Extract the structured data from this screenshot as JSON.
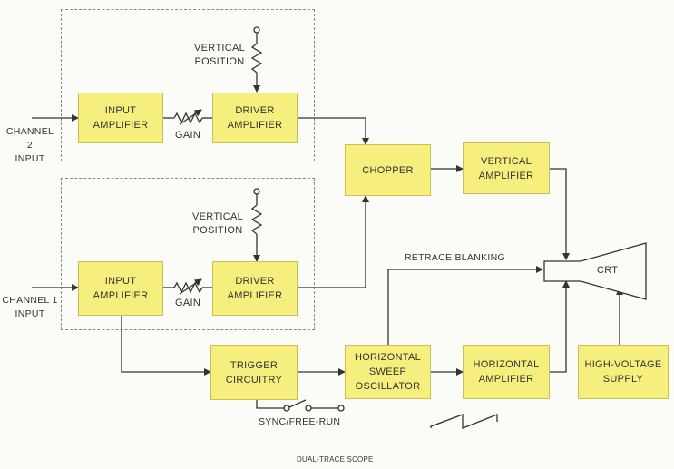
{
  "blocks": {
    "input_amp_2": "INPUT\nAMPLIFIER",
    "driver_amp_2": "DRIVER\nAMPLIFIER",
    "input_amp_1": "INPUT\nAMPLIFIER",
    "driver_amp_1": "DRIVER\nAMPLIFIER",
    "chopper": "CHOPPER",
    "vertical_amp": "VERTICAL\nAMPLIFIER",
    "trigger": "TRIGGER\nCIRCUITRY",
    "horiz_sweep": "HORIZONTAL\nSWEEP\nOSCILLATOR",
    "horiz_amp": "HORIZONTAL\nAMPLIFIER",
    "hv_supply": "HIGH-VOLTAGE\nSUPPLY",
    "crt": "CRT"
  },
  "labels": {
    "channel2_input": "CHANNEL 2\nINPUT",
    "channel1_input": "CHANNEL 1\nINPUT",
    "vertical_position_top": "VERTICAL\nPOSITION",
    "vertical_position_bottom": "VERTICAL\nPOSITION",
    "gain_top": "GAIN",
    "gain_bottom": "GAIN",
    "retrace_blanking": "RETRACE BLANKING",
    "sync_free_run": "SYNC/FREE-RUN",
    "caption": "DUAL-TRACE SCOPE"
  },
  "colors": {
    "block_fill": "#f6ef7d",
    "line": "#333333"
  }
}
